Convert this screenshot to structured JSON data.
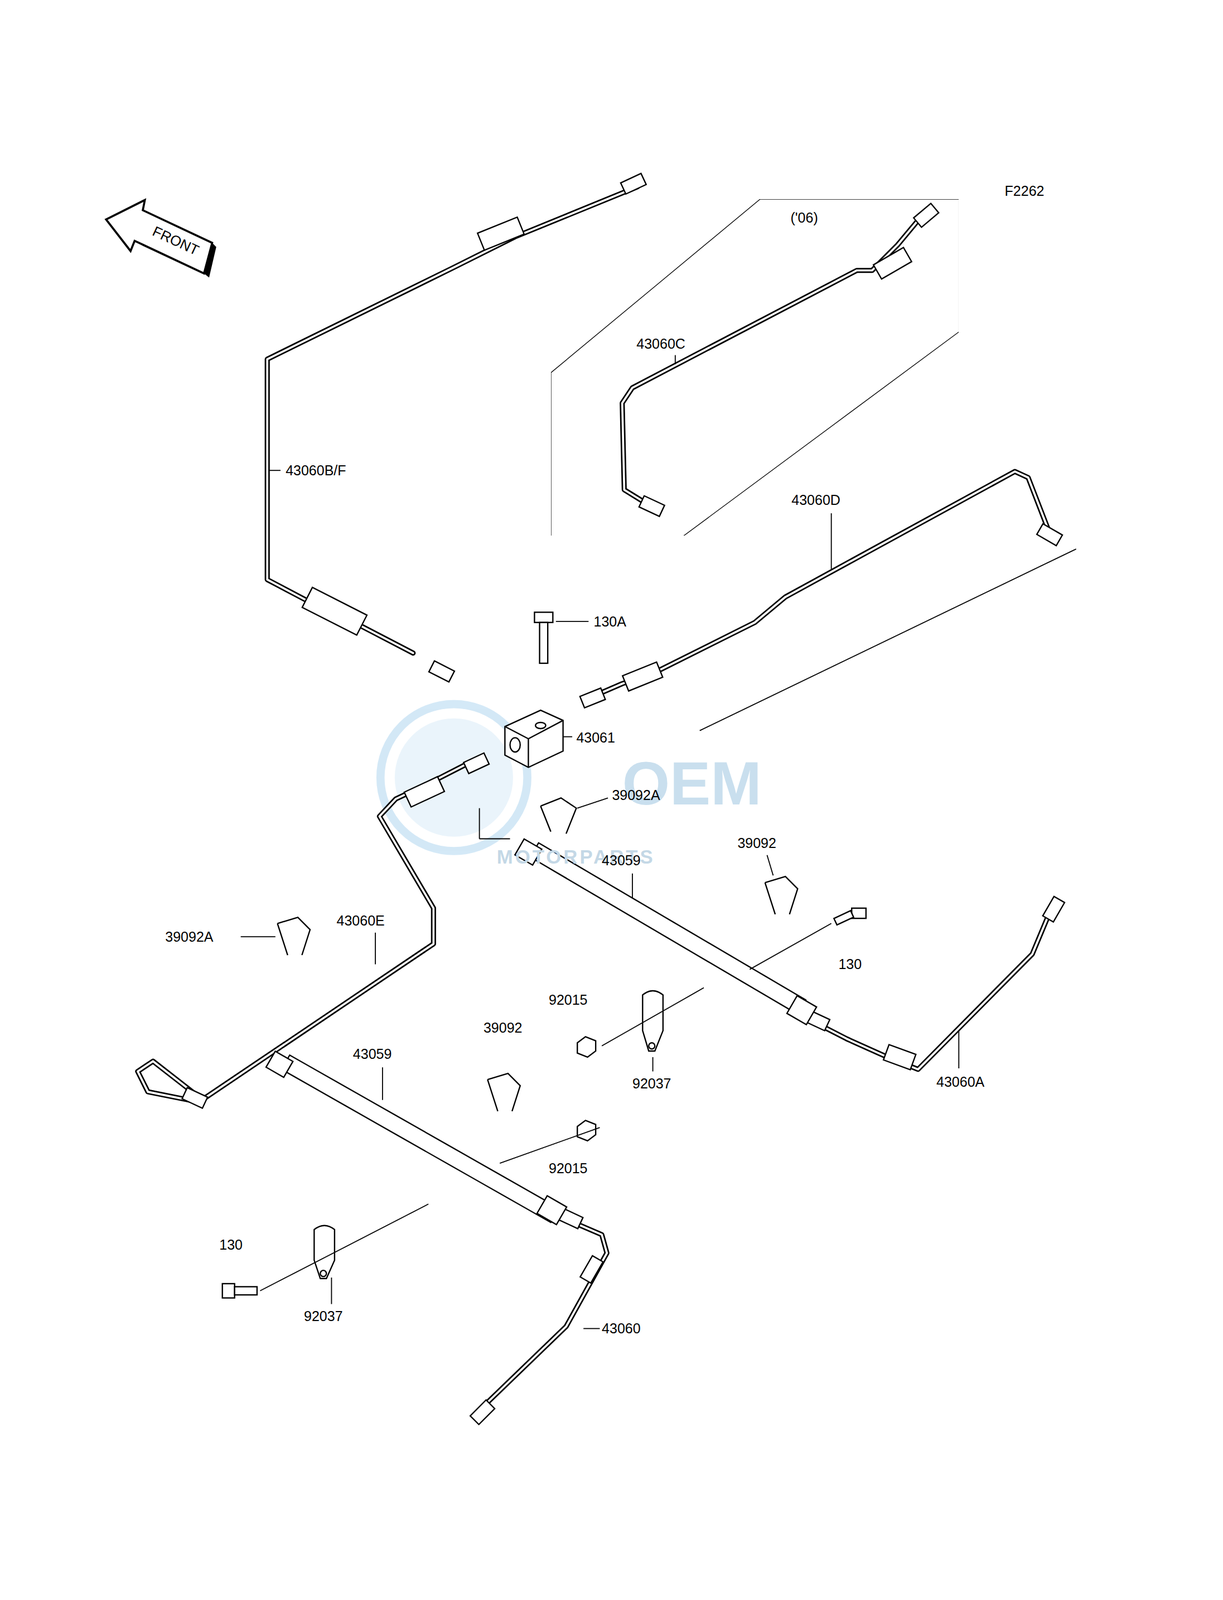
{
  "diagram": {
    "nodes": [
      {
        "text": [
          "('06)",
          "43060C"
        ]
      }
    ],
    "labels": [
      "F2262",
      "FRONT",
      "43060B/F",
      "43060D",
      "130A",
      "43061",
      "OEM",
      "39092A",
      "MOTORPARTS",
      "39092",
      "43059",
      "39092A",
      "43060E",
      "130",
      "92015",
      "92037",
      "43060A",
      "39092",
      "43059",
      "92015",
      "130",
      "92037",
      "43060"
    ]
  }
}
